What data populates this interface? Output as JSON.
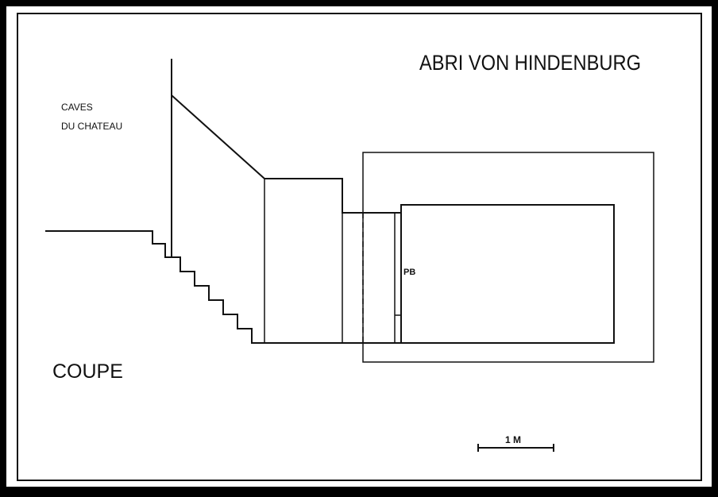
{
  "title": "ABRI VON HINDENBURG",
  "label_caves_line1": "CAVES",
  "label_caves_line2": "DU CHATEAU",
  "label_section": "COUPE",
  "label_pb": "PB",
  "scale_label": "1 M",
  "colors": {
    "paper": "#ffffff",
    "ink": "#111111",
    "frame": "#000000"
  }
}
